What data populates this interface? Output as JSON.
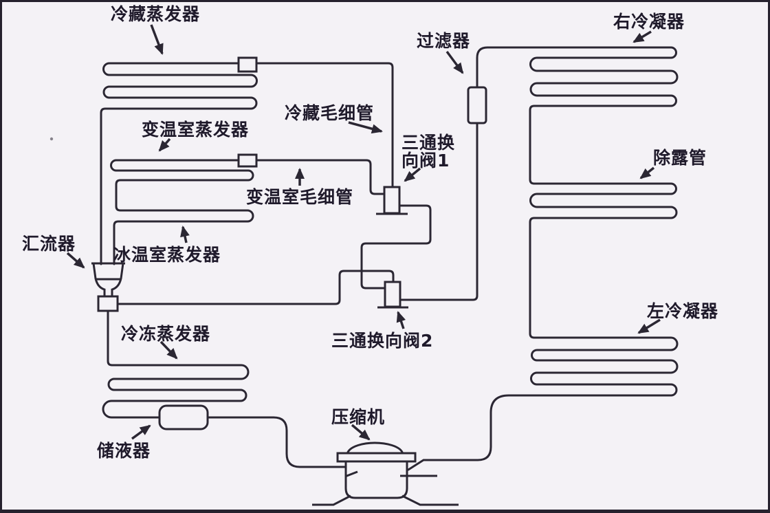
{
  "canvas": {
    "background": "#f4f2f6",
    "line_color": "#2b2733",
    "text_color": "#1f1a2b",
    "border_color": "#26222e"
  },
  "diagram": {
    "type": "refrigeration-circuit-schematic",
    "labels": {
      "fridge_evaporator": "冷藏蒸发器",
      "filter": "过滤器",
      "right_condenser": "右冷凝器",
      "fridge_capillary": "冷藏毛细管",
      "three_way_valve_1_line1": "三通换",
      "three_way_valve_1_line2": "向阀1",
      "var_temp_evaporator": "变温室蒸发器",
      "var_temp_capillary": "变温室毛细管",
      "ice_temp_evaporator": "冰温室蒸发器",
      "collector": "汇流器",
      "dew_pipe": "除露管",
      "left_condenser": "左冷凝器",
      "three_way_valve_2": "三通换向阀2",
      "freezer_evaporator": "冷冻蒸发器",
      "accumulator": "储液器",
      "compressor": "压缩机"
    }
  }
}
